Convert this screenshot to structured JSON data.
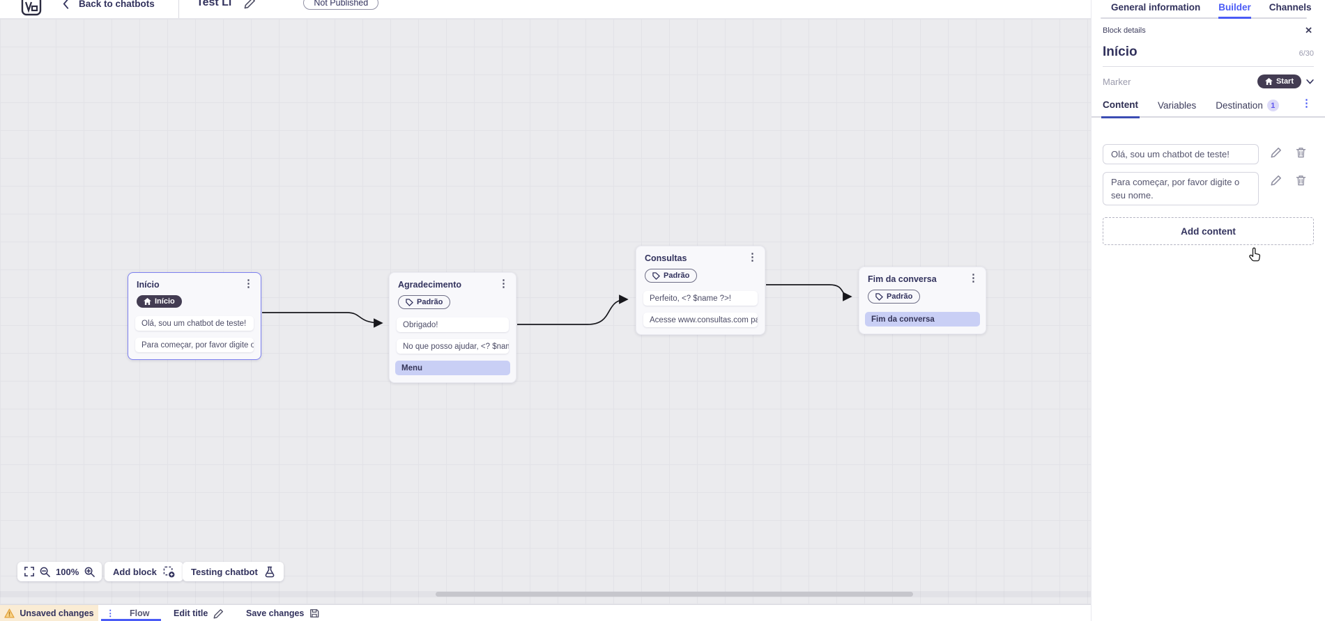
{
  "topbar": {
    "back_label": "Back to chatbots",
    "title": "Test Li",
    "status_badge": "Not Published"
  },
  "header_tabs": [
    {
      "label": "General information",
      "active": false
    },
    {
      "label": "Builder",
      "active": true
    },
    {
      "label": "Channels",
      "active": false
    }
  ],
  "canvas": {
    "controls": {
      "zoom_level": "100%",
      "add_block": "Add block",
      "testing_chatbot": "Testing chatbot"
    },
    "nodes": [
      {
        "title": "Início",
        "badge": "Início",
        "items": [
          "Olá, sou um chatbot de teste!",
          "Para começar, por favor digite o ..."
        ]
      },
      {
        "title": "Agradecimento",
        "badge": "Padrão",
        "items": [
          "Obrigado!",
          "No que posso ajudar, <? $name ...",
          "Menu"
        ]
      },
      {
        "title": "Consultas",
        "badge": "Padrão",
        "items": [
          "Perfeito, <? $name ?>!",
          "Acesse www.consultas.com par..."
        ]
      },
      {
        "title": "Fim da conversa",
        "badge": "Padrão",
        "items": [
          "Fim da conversa"
        ]
      }
    ]
  },
  "panel": {
    "header": "Block details",
    "block_name": "Início",
    "char_counter": "6/30",
    "marker_label": "Marker",
    "marker_value": "Start",
    "tabs": [
      {
        "label": "Content",
        "active": true
      },
      {
        "label": "Variables",
        "active": false
      },
      {
        "label": "Destination",
        "count": "1",
        "active": false
      }
    ],
    "contents": [
      "Olá, sou um chatbot de teste!",
      "Para começar, por favor digite o seu nome."
    ],
    "add_content": "Add content"
  },
  "footer": {
    "unsaved": "Unsaved changes",
    "flow": "Flow",
    "edit_title": "Edit title",
    "save": "Save changes"
  },
  "icons": {
    "kebab": "⋮",
    "close": "✕"
  },
  "colors": {
    "accent_blue": "#4a5bf6",
    "content_tab_underline": "#3b4db3",
    "selected_node_border": "#7d80f0",
    "highlight_row_bg": "#c9cff5",
    "dark_pill_bg": "#433c52",
    "warning_bg": "#faecd4",
    "warning_icon": "#e3a23c",
    "canvas_bg": "#ebebee",
    "text_dark": "#32325d"
  }
}
